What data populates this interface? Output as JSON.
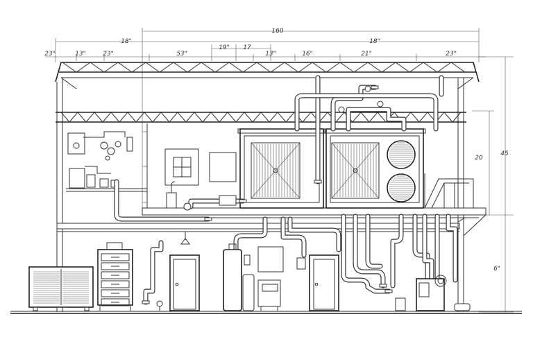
{
  "colors": {
    "line": "#333333",
    "background": "#ffffff"
  },
  "dimensions": {
    "top_total": "160",
    "top_left": "18\"",
    "top_right": "18\"",
    "mid_a": "19\"",
    "mid_b": "17",
    "row": [
      "23\"",
      "13\"",
      "23\"",
      "53\"",
      "13\"",
      "16\"",
      "21\"",
      "23\""
    ],
    "right_upper": "20",
    "right_total": "45",
    "right_lower": "6\""
  }
}
